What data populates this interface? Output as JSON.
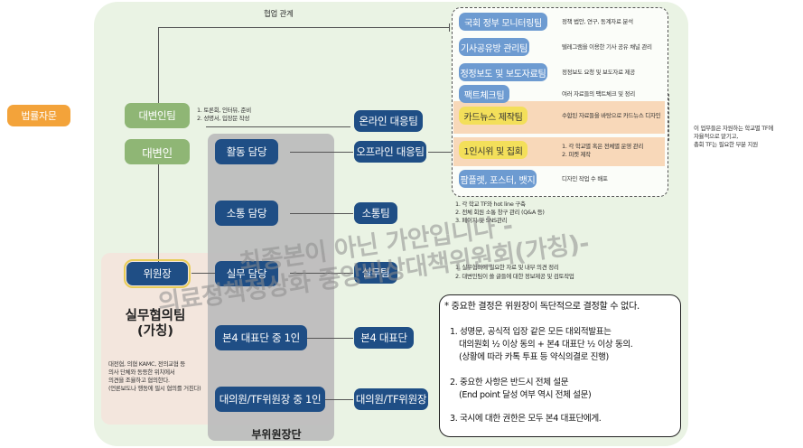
{
  "legal": "법률자문",
  "collab": "협업 관계",
  "left": {
    "spokesperson_team": "대변인팀",
    "spokesperson_notes": [
      "1. 토론회, 인터뷰, 준비",
      "2. 성명서, 입장문 작성"
    ],
    "spokesperson": "대변인",
    "chair": "위원장",
    "working_group": [
      "실무협의팀",
      "(가칭)"
    ],
    "working_notes": [
      "대전협, 의협 KAMC, 전의교협 등",
      "의사 단체와 동등한 위치에서",
      "의견을 조율하고 협의한다.",
      "(언론보도나 행동에 필시 협의를 거친다)"
    ]
  },
  "column": {
    "activity": "활동 담당",
    "comm": "소통 담당",
    "practical": "실무 담당",
    "main4": "본4 대표단 중 1인",
    "rep": "대의원/TF위원장 중 1인",
    "vice": "부위원장단"
  },
  "teams": {
    "online": "온라인 대응팀",
    "offline": "오프라인 대응팀",
    "comm_team": "소통팀",
    "practical_team": "실무팀",
    "main4_team": "본4 대표단",
    "rep_team": "대의원/TF위원장"
  },
  "comm_notes": [
    "1. 각 학교 TF와 hot line 구축",
    "2. 전체 회원 소통 창구 관리 (Q&A 등)",
    "3. 페이지 및 SNS관리"
  ],
  "practical_notes": [
    "1. 실무협의에 필요한 자료 및 내부 의견 정리",
    "2. 대변인팀이 쓸 글들에 대한 정보제공 및 검토작업"
  ],
  "right": [
    {
      "label": "국회 정부 모니터링팀",
      "desc": "정책 법안, 연구, 동계자료 분석"
    },
    {
      "label": "기사공유방 관리팀",
      "desc": "텔레그램을 이용한 기사 공유 채널 관리"
    },
    {
      "label": "정정보도 및 보도자료팀",
      "desc": "정정보도 요청 및 보도자료 제공"
    },
    {
      "label": "팩트체크팀",
      "desc": "여러 자료들의 팩트체크 및 정리"
    },
    {
      "label": "카드뉴스 제작팀",
      "desc": "수합된 자료들을 바탕으로 카드뉴스 디자인"
    },
    {
      "label": "1인시위 및 집회",
      "desc1": "1. 각 학교별 혹은 전체별 운영 관리",
      "desc2": "2. 피켓 제작"
    },
    {
      "label": "팜플렛, 포스터, 뱃지",
      "desc": "디자인 작업 수 배포"
    }
  ],
  "side_note": [
    "이 업무들은 자원하는 학교별 TF에",
    "자율적으로 맡기고,",
    "총회 TF는 필요한 부분 지원"
  ],
  "watermark": [
    "최종본이 아닌 가안입니다 -",
    "의료정책정상화 중앙비상대책위원회(가칭)-"
  ],
  "notes": {
    "title": "* 중요한 결정은 위원장이 독단적으로 결정할 수 없다.",
    "n1a": "1. 성명문, 공식적 입장 같은 모든 대외적발표는",
    "n1b": "대의원회 ½ 이상 동의 + 본4 대표단 ½ 이상 동의.",
    "n1c": "(상황에 따라 카톡 투표 등 약식의결로 진행)",
    "n2a": "2. 중요한 사항은 반드시 전체 설문",
    "n2b": "(End point 달성 여부 역시 전체 설문)",
    "n3": "3. 국시에 대한 권한은 모두 본4 대표단에게."
  }
}
